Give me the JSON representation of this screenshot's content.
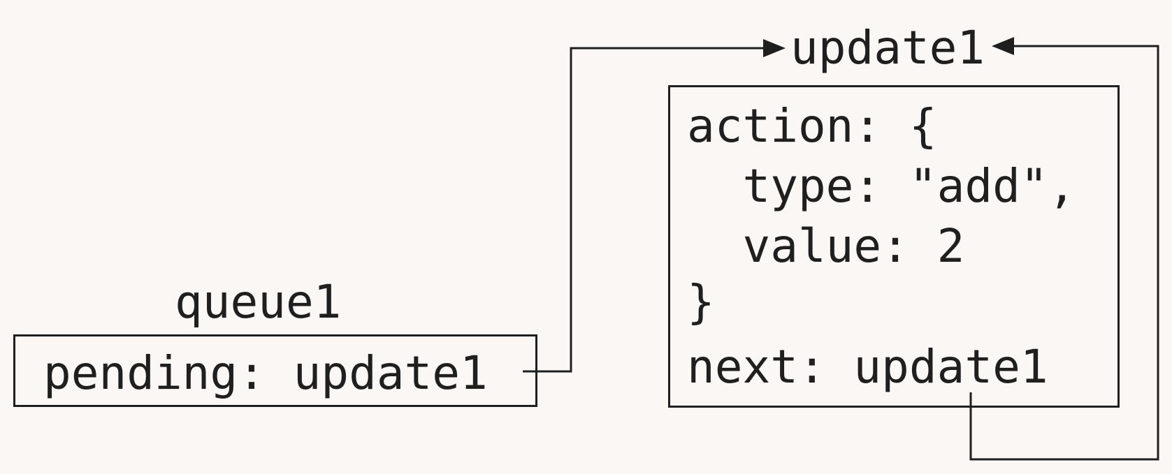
{
  "colors": {
    "background": "#fbf7f4",
    "ink": "#1f1f1f"
  },
  "queue": {
    "title": "queue1",
    "pending_line": "pending: update1"
  },
  "update": {
    "title": "update1",
    "lines": [
      "action: {",
      "  type: \"add\",",
      "  value: 2",
      "}",
      "next: update1"
    ]
  },
  "arrows": [
    {
      "from": "queue1.pending",
      "to": "update1"
    },
    {
      "from": "update1.next",
      "to": "update1"
    }
  ]
}
